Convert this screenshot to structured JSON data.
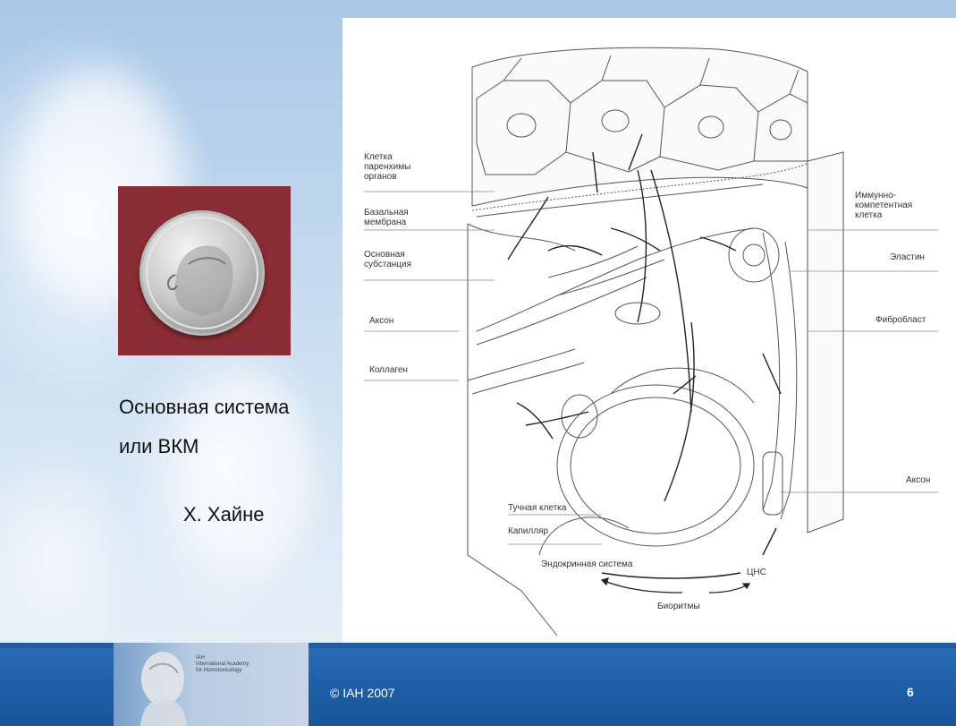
{
  "caption": {
    "line1": "Основная система",
    "line2": "или ВКМ",
    "author": "Х. Хайне"
  },
  "diagram": {
    "labels_left": [
      [
        "Клетка",
        "паренхимы",
        "органов"
      ],
      [
        "Базальная",
        "мембрана"
      ],
      [
        "Основная",
        "субстанция"
      ],
      [
        "Аксон"
      ],
      [
        "Коллаген"
      ]
    ],
    "labels_right": [
      [
        "Иммунно-",
        "компетентная",
        "клетка"
      ],
      [
        "Эластин"
      ],
      [
        "Фибробласт"
      ],
      [
        "Аксон"
      ]
    ],
    "labels_bottom": {
      "mast_cell": "Тучная клетка",
      "capillary": "Капилляр",
      "endocrine": "Эндокринная система",
      "cns": "ЦНС",
      "biorhythms": "Биоритмы"
    }
  },
  "footer": {
    "logo_lines": [
      "IAH",
      "International Academy",
      "for Homotoxicology"
    ],
    "copyright": "© IAH 2007",
    "page_number": "6"
  }
}
